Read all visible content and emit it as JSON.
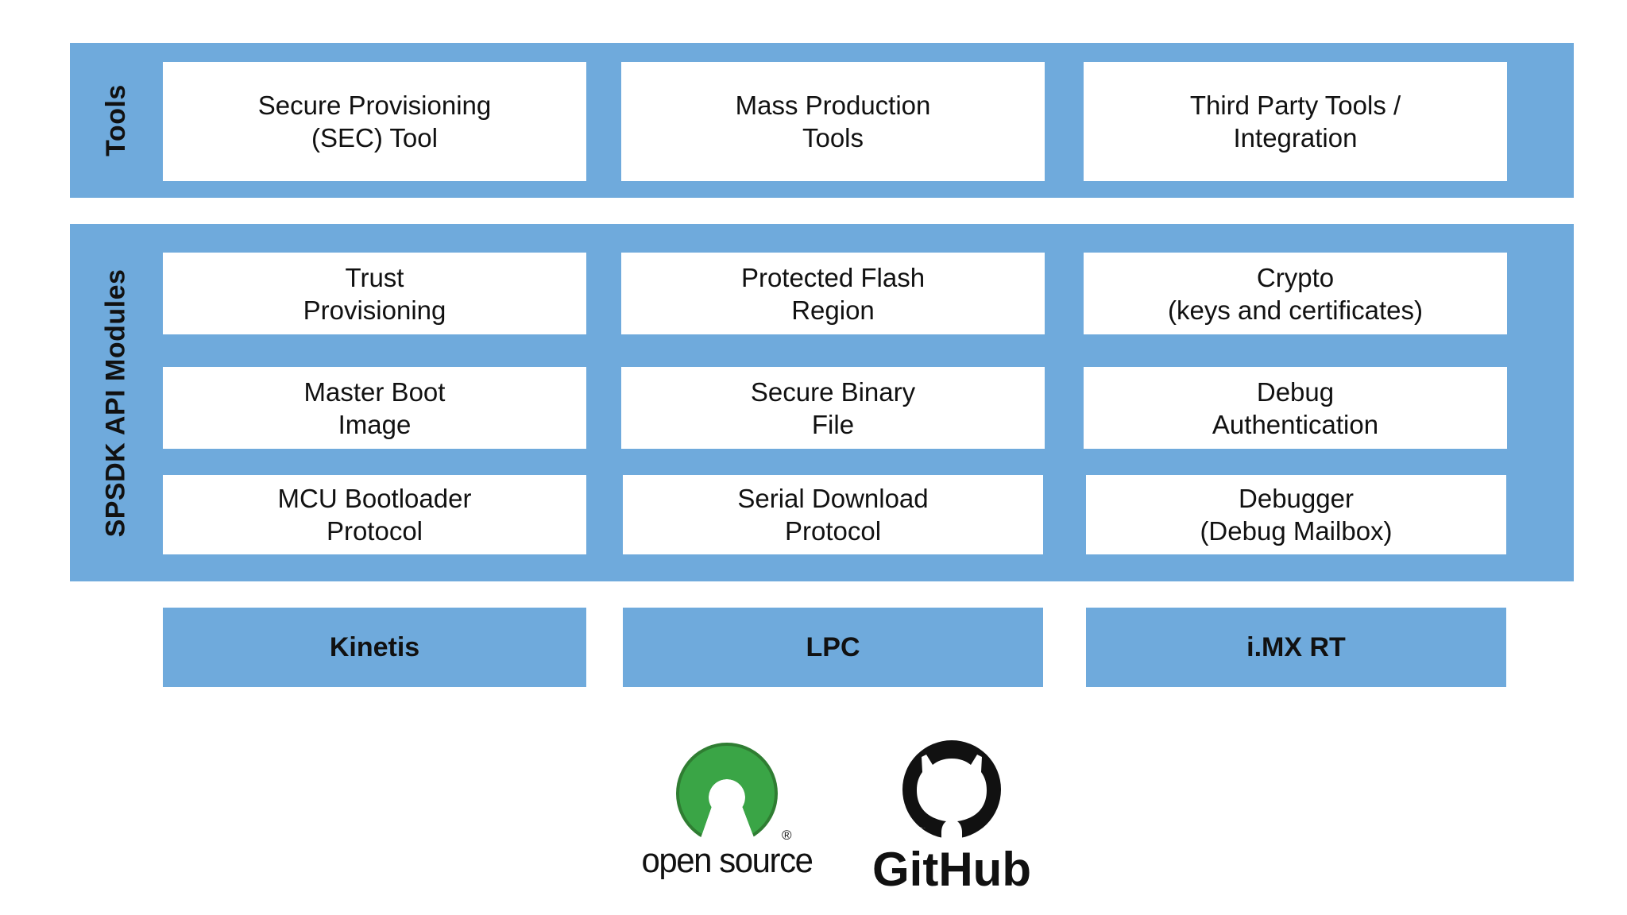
{
  "colors": {
    "accent": "#6faadc",
    "box": "#ffffff",
    "osi_green": "#3aa546",
    "github": "#111111"
  },
  "tools": {
    "label": "Tools",
    "items": [
      "Secure Provisioning\n(SEC) Tool",
      "Mass Production\nTools",
      "Third Party Tools /\nIntegration"
    ]
  },
  "modules": {
    "label": "SPSDK API Modules",
    "items": [
      "Trust\nProvisioning",
      "Protected Flash\nRegion",
      "Crypto\n(keys and certificates)",
      "Master Boot\nImage",
      "Secure Binary\nFile",
      "Debug\nAuthentication",
      "MCU Bootloader\nProtocol",
      "Serial Download\nProtocol",
      "Debugger\n(Debug Mailbox)"
    ]
  },
  "platforms": [
    "Kinetis",
    "LPC",
    "i.MX RT"
  ],
  "logos": {
    "open_source": {
      "icon": "open-source-initiative-icon",
      "text": "open source",
      "mark": "®"
    },
    "github": {
      "icon": "github-octocat-icon",
      "text": "GitHub"
    }
  }
}
